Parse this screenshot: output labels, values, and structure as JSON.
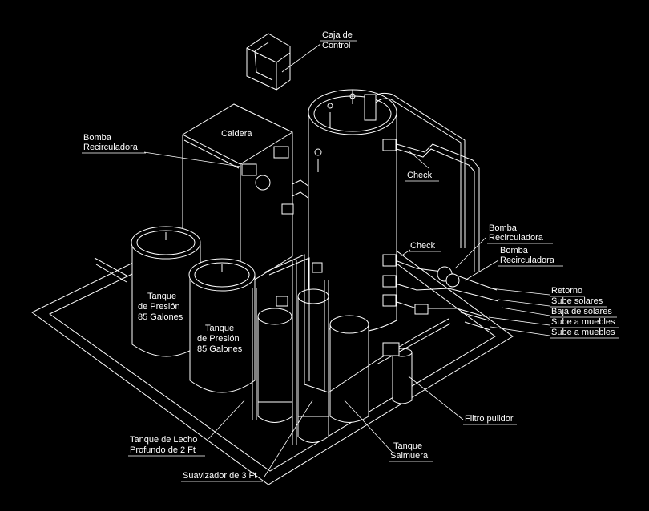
{
  "labels": {
    "control_box": [
      "Caja de",
      "Control"
    ],
    "boiler": "Caldera",
    "pump_left": [
      "Bomba",
      "Recirculadora"
    ],
    "check_top": "Check",
    "check_mid": "Check",
    "pump_right_1": [
      "Bomba",
      "Recirculadora"
    ],
    "pump_right_2": [
      "Bomba",
      "Recirculadora"
    ],
    "return": "Retorno",
    "solar_up": "Sube solares",
    "solar_down": "Baja de solares",
    "furniture_up_1": "Sube a muebles",
    "furniture_up_2": "Sube a muebles",
    "pressure_tank_1": [
      "Tanque",
      "de Presión",
      "85 Galones"
    ],
    "pressure_tank_2": [
      "Tanque",
      "de Presión",
      "85 Galones"
    ],
    "deep_bed_tank": [
      "Tanque de Lecho",
      "Profundo de 2 Ft"
    ],
    "softener": "Suavizador de 3 Ft",
    "brine_tank": [
      "Tanque",
      "Salmuera"
    ],
    "polish_filter": "Filtro pulidor"
  },
  "colors": {
    "background": "#000000",
    "lines": "#ffffff"
  }
}
